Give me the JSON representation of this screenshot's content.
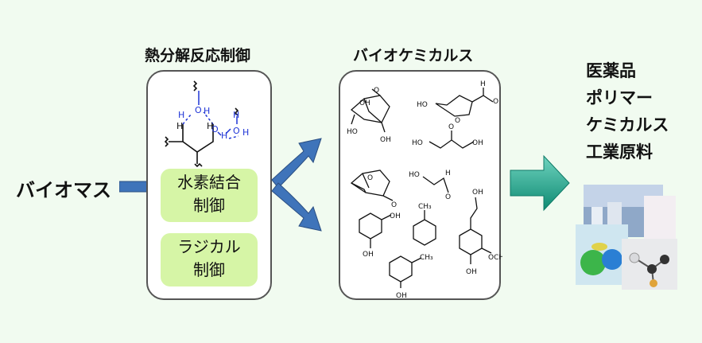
{
  "source_label": "バイオマス",
  "control": {
    "title": "熱分解反応制御",
    "hbond_line1": "水素結合",
    "hbond_line2": "制御",
    "radical_line1": "ラジカル",
    "radical_line2": "制御"
  },
  "chemicals": {
    "title": "バイオケミカルス"
  },
  "products": [
    "医薬品",
    "ポリマー",
    "ケミカルス",
    "工業原料"
  ],
  "colors": {
    "background": "#f1fbf0",
    "arrow_blue": "#3f74ba",
    "arrow_teal": "#14a088",
    "green_box": "#d6f5a6",
    "hbond_blue": "#1f35d6"
  }
}
